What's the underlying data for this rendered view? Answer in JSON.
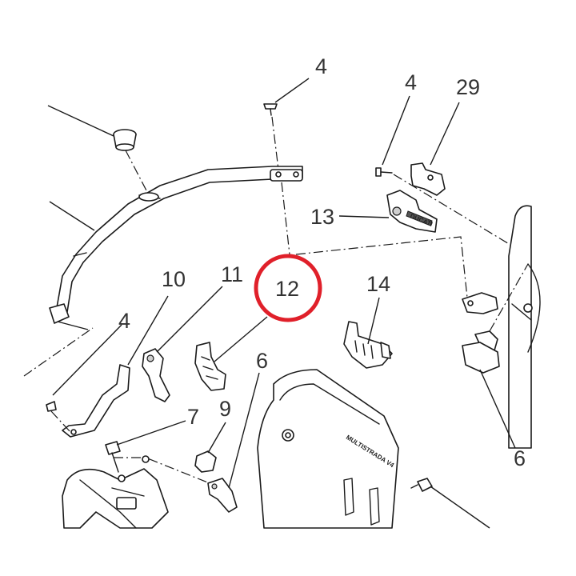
{
  "diagram": {
    "background": "#ffffff",
    "line_color": "#1a1a1a",
    "highlight_color": "#e0202a",
    "callouts": [
      {
        "id": "c4a",
        "text": "4"
      },
      {
        "id": "c4b",
        "text": "4"
      },
      {
        "id": "c29",
        "text": "29"
      },
      {
        "id": "c13",
        "text": "13"
      },
      {
        "id": "c10",
        "text": "10"
      },
      {
        "id": "c11",
        "text": "11"
      },
      {
        "id": "c12",
        "text": "12",
        "highlighted": true
      },
      {
        "id": "c14",
        "text": "14"
      },
      {
        "id": "c4c",
        "text": "4"
      },
      {
        "id": "c6a",
        "text": "6"
      },
      {
        "id": "c7",
        "text": "7"
      },
      {
        "id": "c9",
        "text": "9"
      },
      {
        "id": "c6b",
        "text": "6"
      }
    ],
    "panel_text": "MULTISTRADA V4"
  }
}
